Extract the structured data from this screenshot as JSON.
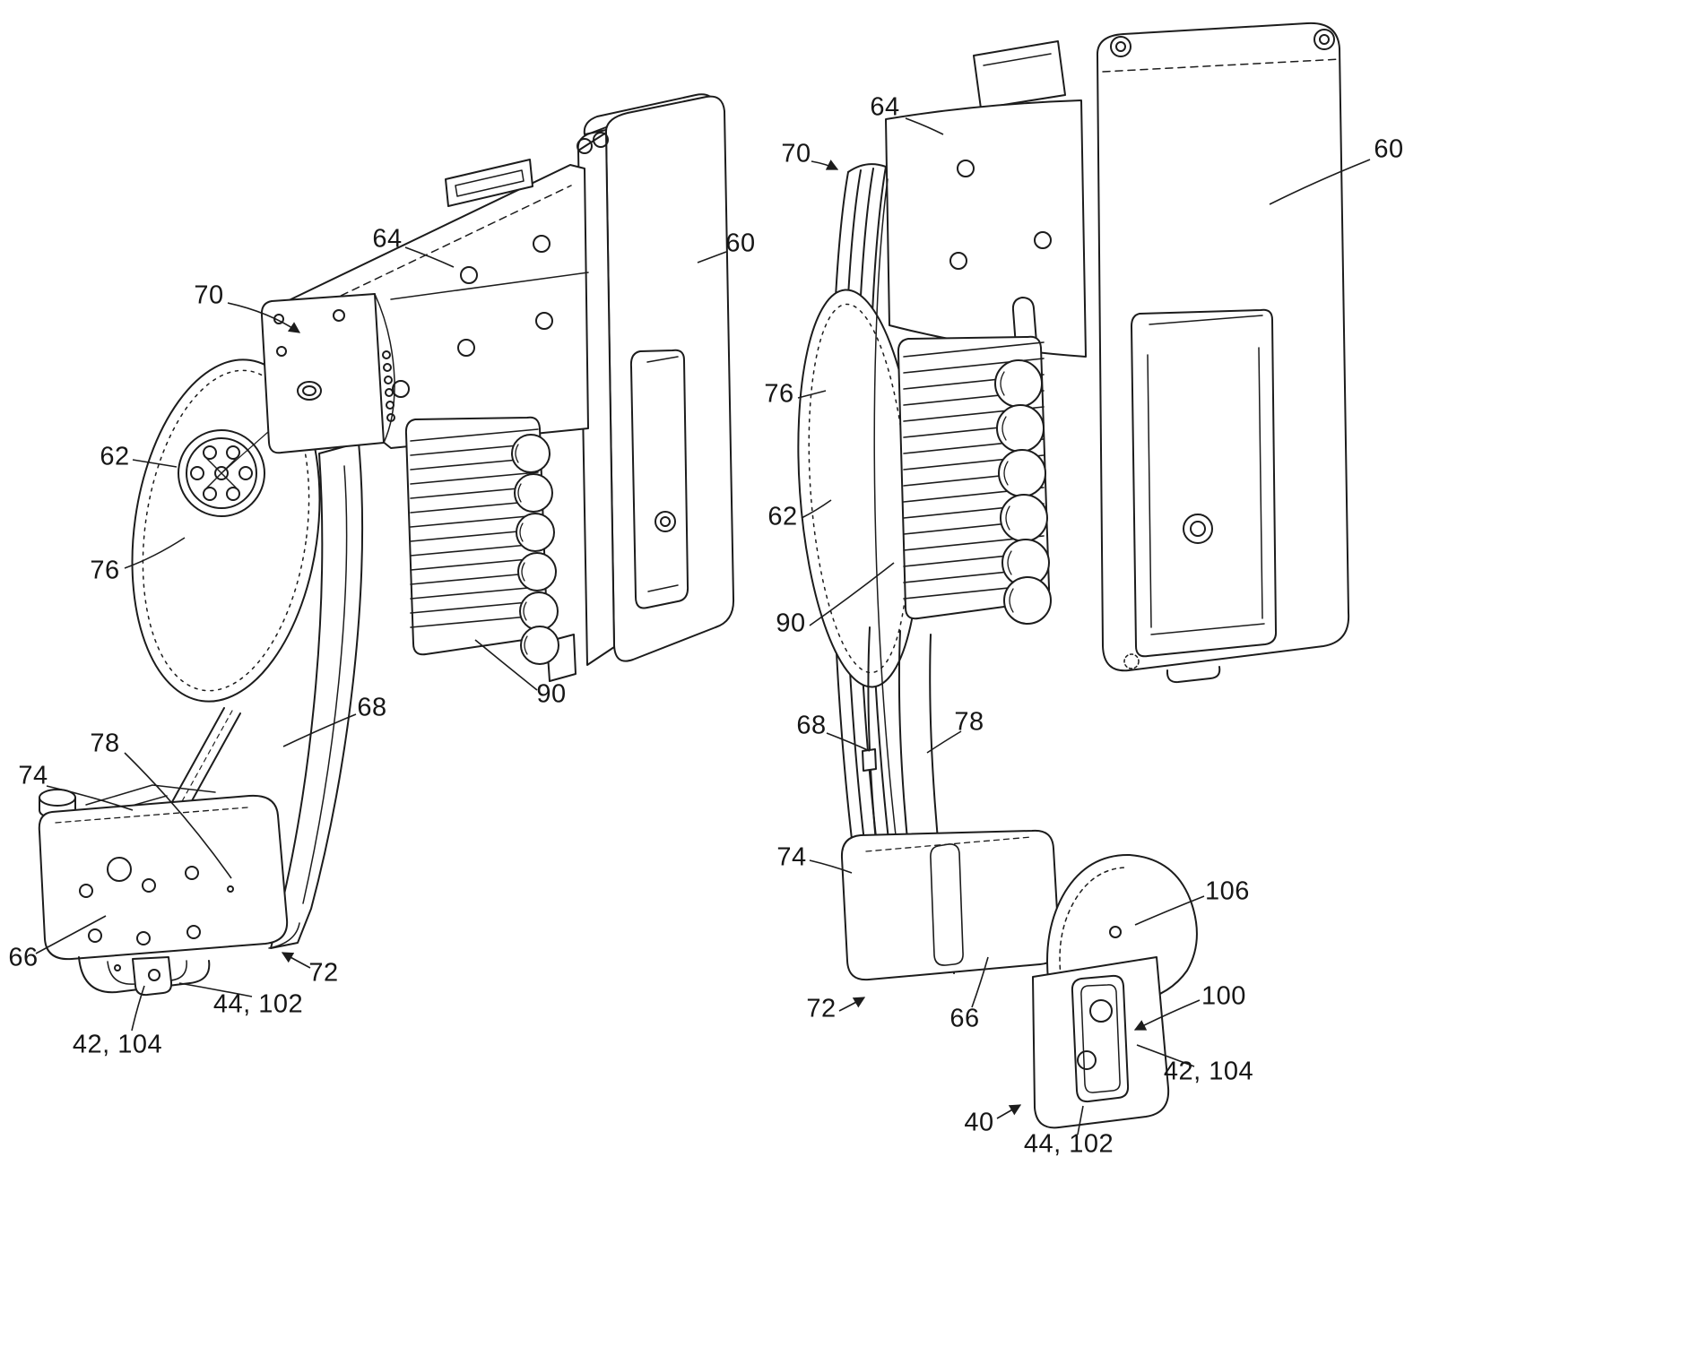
{
  "page": {
    "background": "#ffffff",
    "line_color": "#1c1c1c",
    "label_color": "#161616",
    "figure_type": "patent line drawing, two perspective views of a mechanical actuator assembly"
  },
  "left_figure": {
    "labels": [
      {
        "id": "64",
        "text": "64"
      },
      {
        "id": "60",
        "text": "60"
      },
      {
        "id": "70",
        "text": "70"
      },
      {
        "id": "62",
        "text": "62"
      },
      {
        "id": "76",
        "text": "76"
      },
      {
        "id": "78",
        "text": "78"
      },
      {
        "id": "74",
        "text": "74"
      },
      {
        "id": "66",
        "text": "66"
      },
      {
        "id": "68",
        "text": "68"
      },
      {
        "id": "90",
        "text": "90"
      },
      {
        "id": "72",
        "text": "72"
      },
      {
        "id": "44-102",
        "text": "44, 102"
      },
      {
        "id": "42-104",
        "text": "42, 104"
      }
    ]
  },
  "right_figure": {
    "labels": [
      {
        "id": "64",
        "text": "64"
      },
      {
        "id": "70",
        "text": "70"
      },
      {
        "id": "60",
        "text": "60"
      },
      {
        "id": "76",
        "text": "76"
      },
      {
        "id": "62",
        "text": "62"
      },
      {
        "id": "90",
        "text": "90"
      },
      {
        "id": "68",
        "text": "68"
      },
      {
        "id": "78",
        "text": "78"
      },
      {
        "id": "74",
        "text": "74"
      },
      {
        "id": "106",
        "text": "106"
      },
      {
        "id": "72",
        "text": "72"
      },
      {
        "id": "66",
        "text": "66"
      },
      {
        "id": "100",
        "text": "100"
      },
      {
        "id": "42-104",
        "text": "42, 104"
      },
      {
        "id": "40",
        "text": "40"
      },
      {
        "id": "44-102",
        "text": "44, 102"
      }
    ]
  }
}
